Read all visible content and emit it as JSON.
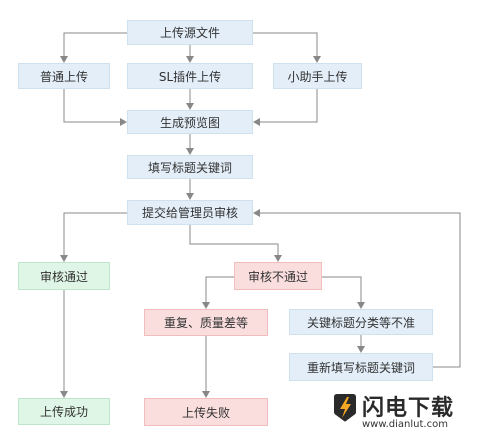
{
  "nodes": {
    "upload_source": "上传源文件",
    "normal_upload": "普通上传",
    "sl_plugin_upload": "SL插件上传",
    "assistant_upload": "小助手上传",
    "generate_preview": "生成预览图",
    "fill_title_keywords": "填写标题关键词",
    "submit_admin_review": "提交给管理员审核",
    "review_passed": "审核通过",
    "review_failed": "审核不通过",
    "duplicate_quality": "重复、质量差等",
    "keywords_inaccurate": "关键标题分类等不准",
    "refill_title_keywords": "重新填写标题关键词",
    "upload_success": "上传成功",
    "upload_failed": "上传失败"
  },
  "watermark": {
    "name": "闪电下载",
    "url": "www.dianlut.com"
  },
  "colors": {
    "process": "#e3eef9",
    "success": "#dff5e6",
    "failure": "#fadede",
    "connector": "#888888"
  }
}
